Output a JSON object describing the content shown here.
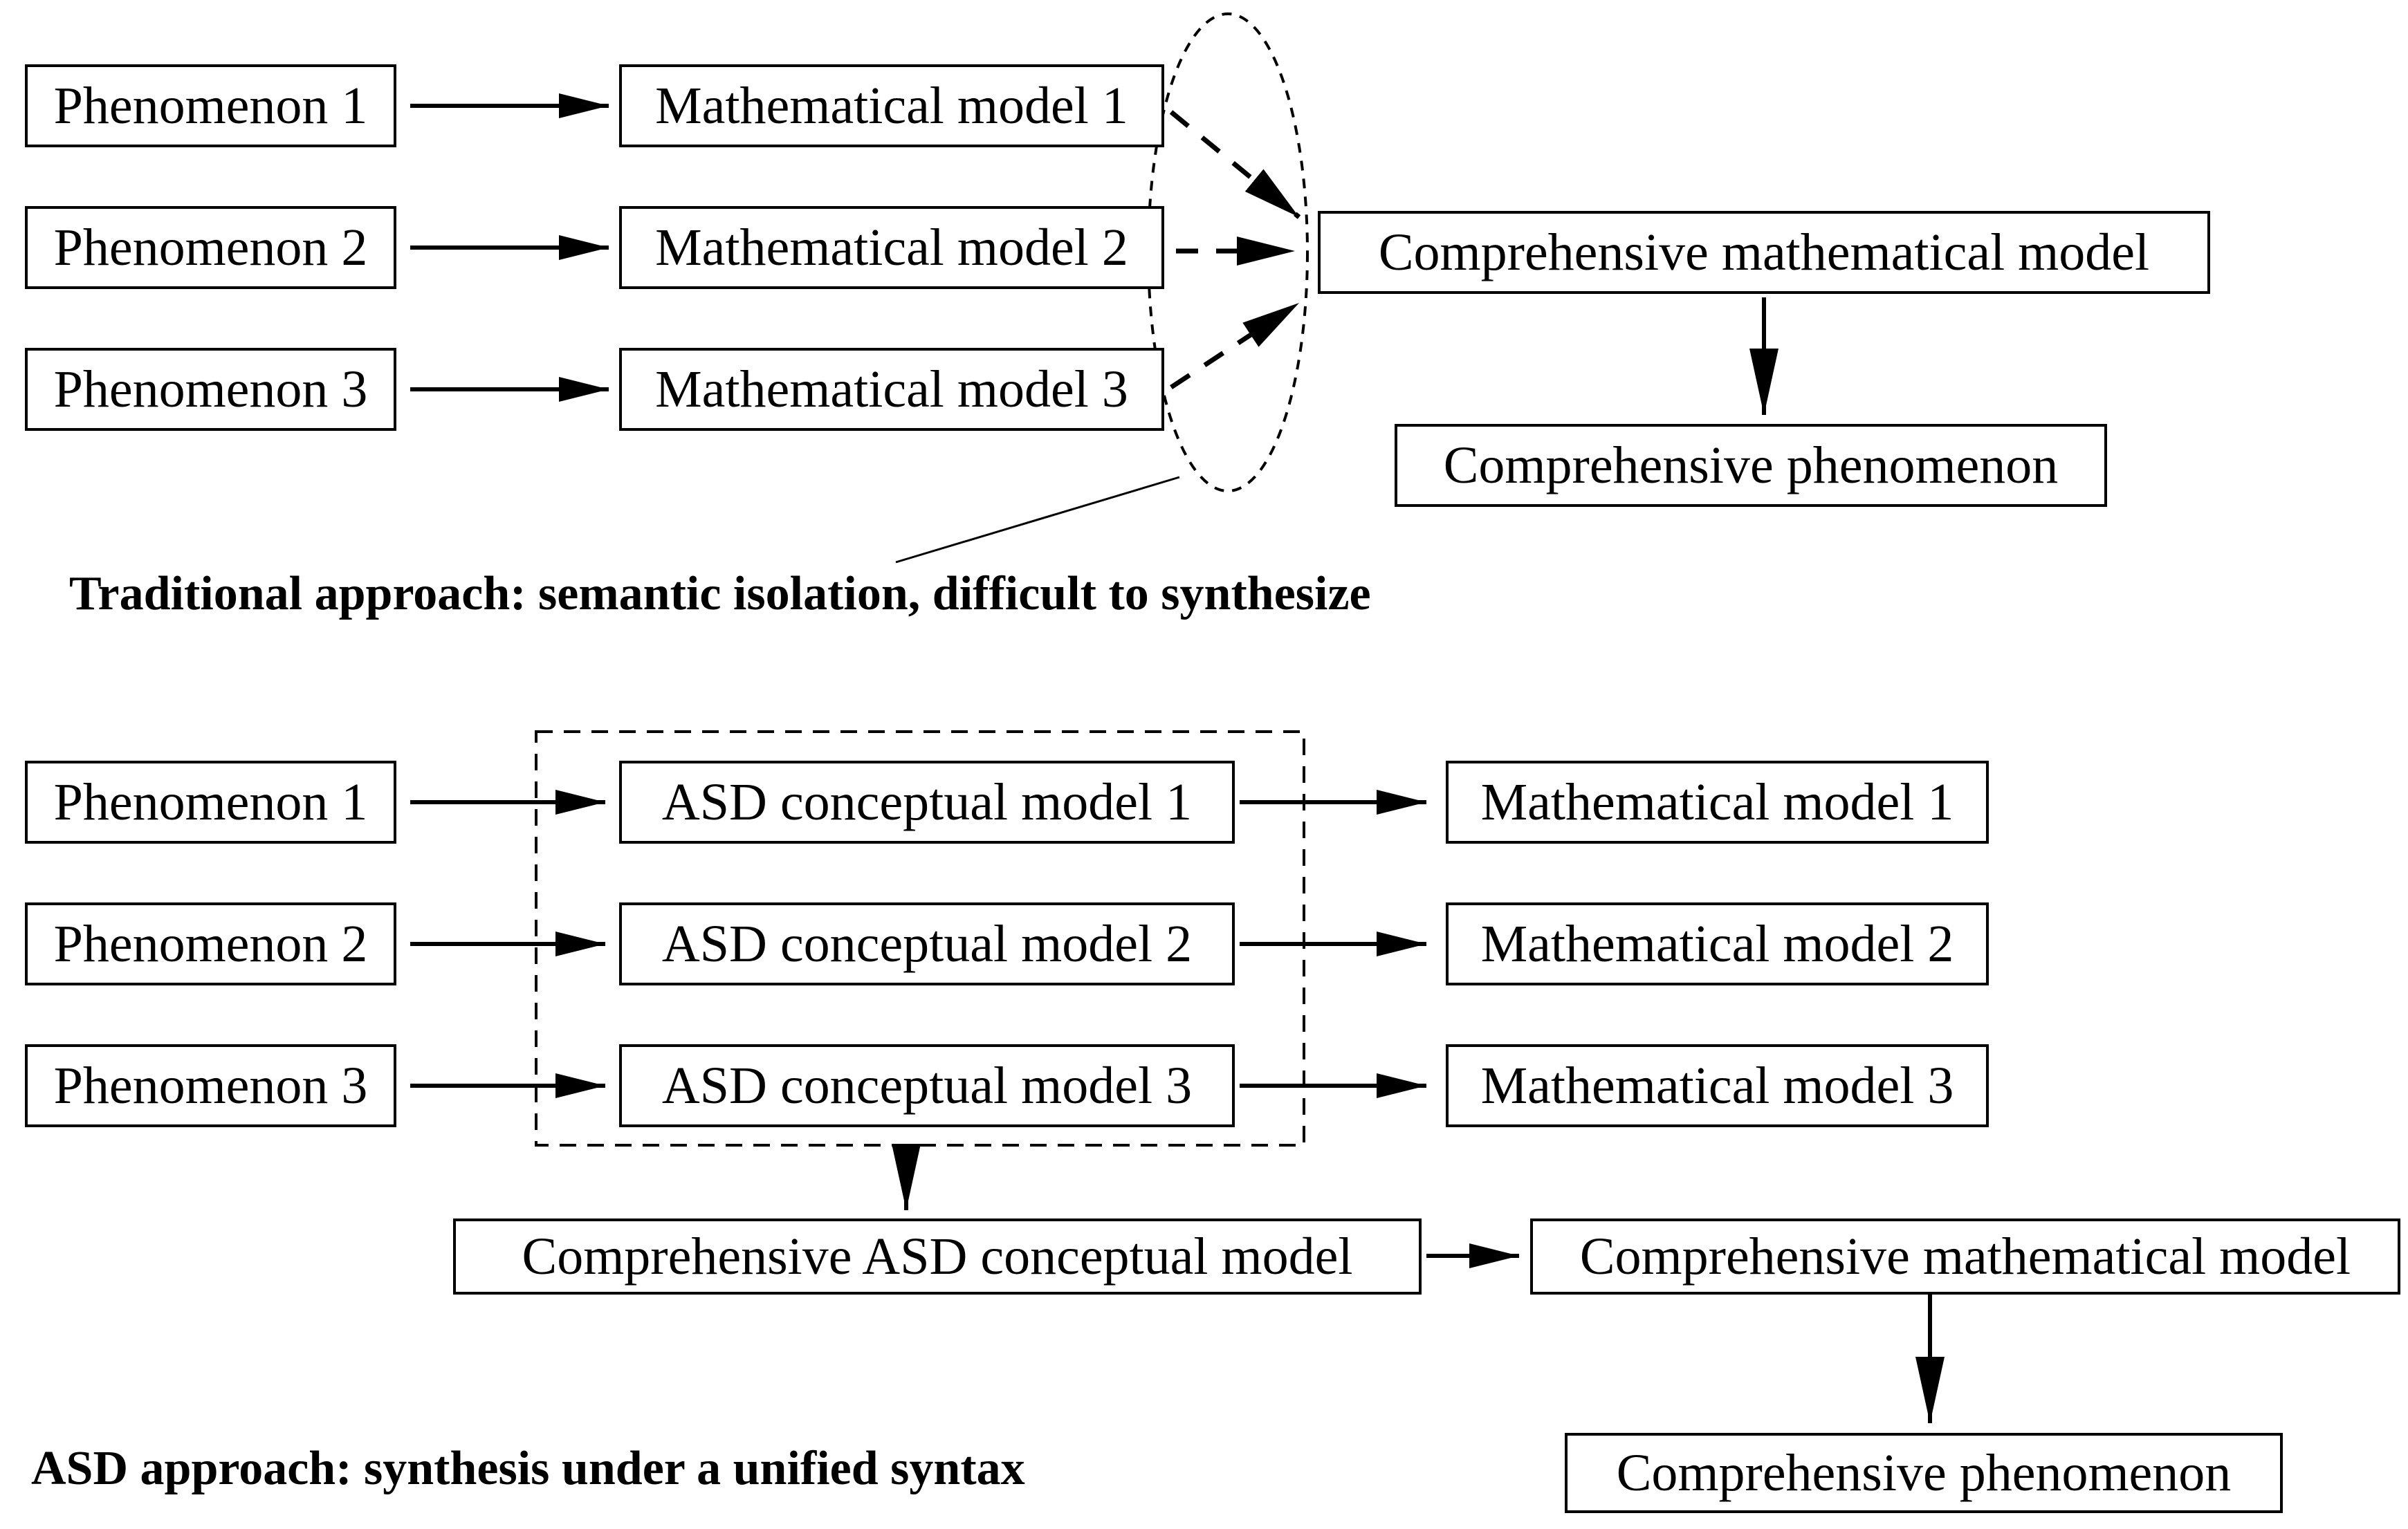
{
  "colors": {
    "ink": "#000000",
    "background": "#ffffff"
  },
  "traditional": {
    "caption": "Traditional approach: semantic isolation, difficult to synthesize",
    "phenomena": [
      "Phenomenon 1",
      "Phenomenon 2",
      "Phenomenon 3"
    ],
    "math_models": [
      "Mathematical model 1",
      "Mathematical model 2",
      "Mathematical model 3"
    ],
    "comprehensive_math_model": "Comprehensive mathematical model",
    "comprehensive_phenomenon": "Comprehensive phenomenon"
  },
  "asd": {
    "caption": "ASD approach: synthesis under a unified syntax",
    "phenomena": [
      "Phenomenon 1",
      "Phenomenon 2",
      "Phenomenon 3"
    ],
    "conceptual_models": [
      "ASD conceptual model 1",
      "ASD conceptual model 2",
      "ASD conceptual model 3"
    ],
    "math_models": [
      "Mathematical model 1",
      "Mathematical model 2",
      "Mathematical model 3"
    ],
    "comprehensive_conceptual_model": "Comprehensive ASD conceptual model",
    "comprehensive_math_model": "Comprehensive mathematical model",
    "comprehensive_phenomenon": "Comprehensive phenomenon"
  }
}
